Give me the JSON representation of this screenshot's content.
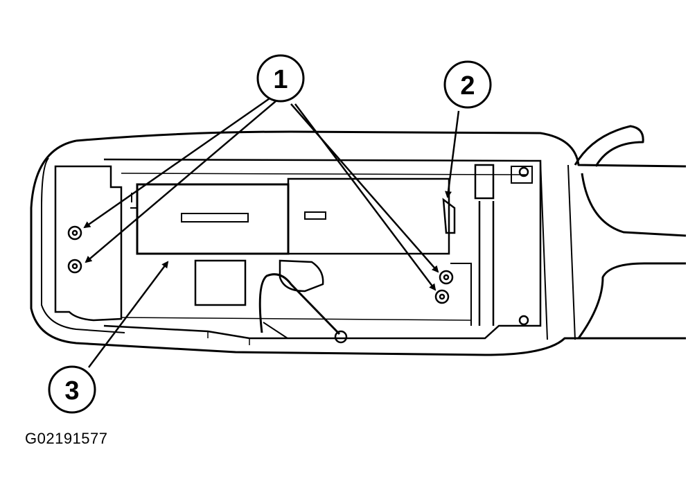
{
  "figure": {
    "id": "G02191577"
  },
  "callouts": [
    {
      "label": "1"
    },
    {
      "label": "2"
    },
    {
      "label": "3"
    }
  ],
  "colors": {
    "ink": "#000000",
    "paper": "#ffffff"
  },
  "icons": [
    "screw-icon",
    "arrow-icon"
  ]
}
